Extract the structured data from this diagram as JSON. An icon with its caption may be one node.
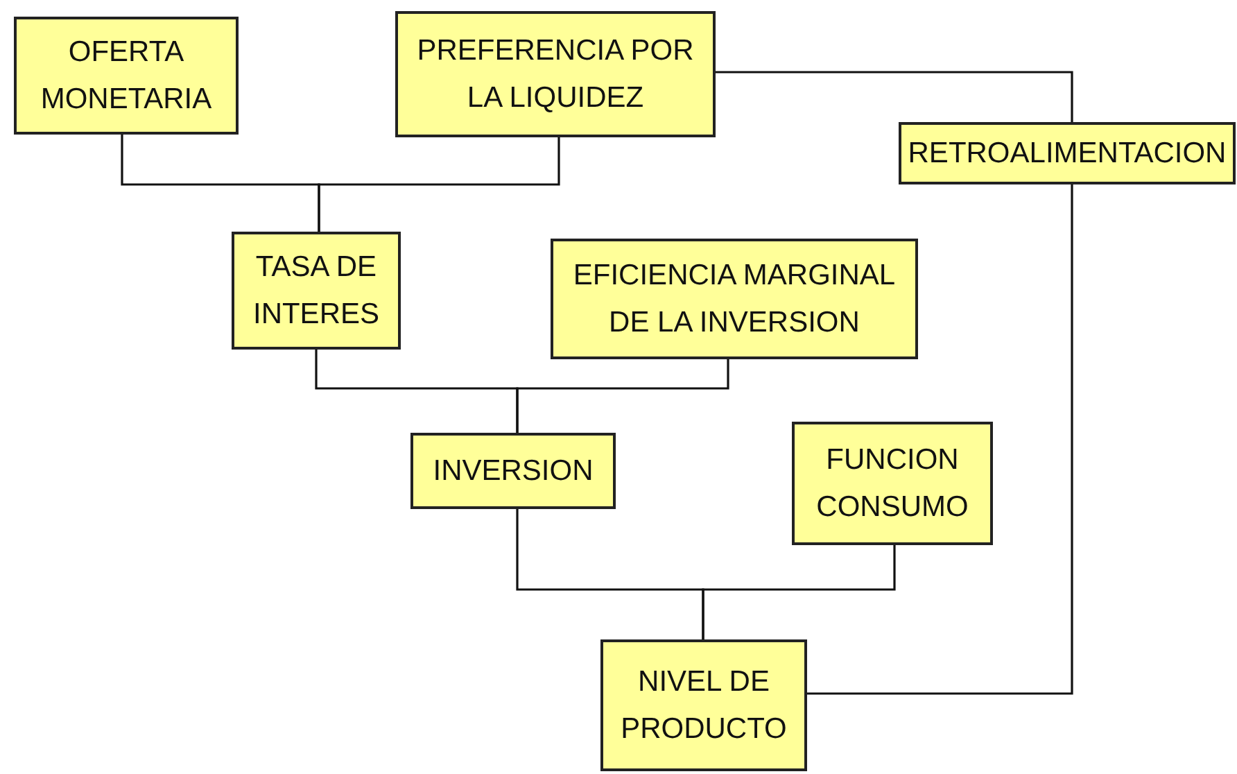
{
  "diagram": {
    "nodes": [
      {
        "text": [
          "OFERTA MONETARIA"
        ]
      },
      {
        "text": [
          "PREFERENCIA POR LA LIQUIDEZ"
        ]
      },
      {
        "text": [
          "RETROALIMENTACION"
        ]
      },
      {
        "text": [
          "TASA DE INTERES"
        ]
      },
      {
        "text": [
          "EFICIENCIA MARGINAL DE LA INVERSION"
        ]
      },
      {
        "text": [
          "INVERSION"
        ]
      },
      {
        "text": [
          "FUNCION CONSUMO"
        ]
      },
      {
        "text": [
          "NIVEL DE PRODUCTO"
        ]
      }
    ],
    "edges": [
      {
        "from": 0,
        "to": 3,
        "arrow": "none"
      },
      {
        "from": 1,
        "to": 3,
        "arrow": "none"
      },
      {
        "from": 3,
        "to": 5,
        "arrow": "none"
      },
      {
        "from": 4,
        "to": 5,
        "arrow": "none"
      },
      {
        "from": 5,
        "to": 7,
        "arrow": "none"
      },
      {
        "from": 6,
        "to": 7,
        "arrow": "none"
      },
      {
        "from": 1,
        "to": 2,
        "arrow": "none"
      },
      {
        "from": 2,
        "to": 7,
        "arrow": "none"
      }
    ]
  }
}
